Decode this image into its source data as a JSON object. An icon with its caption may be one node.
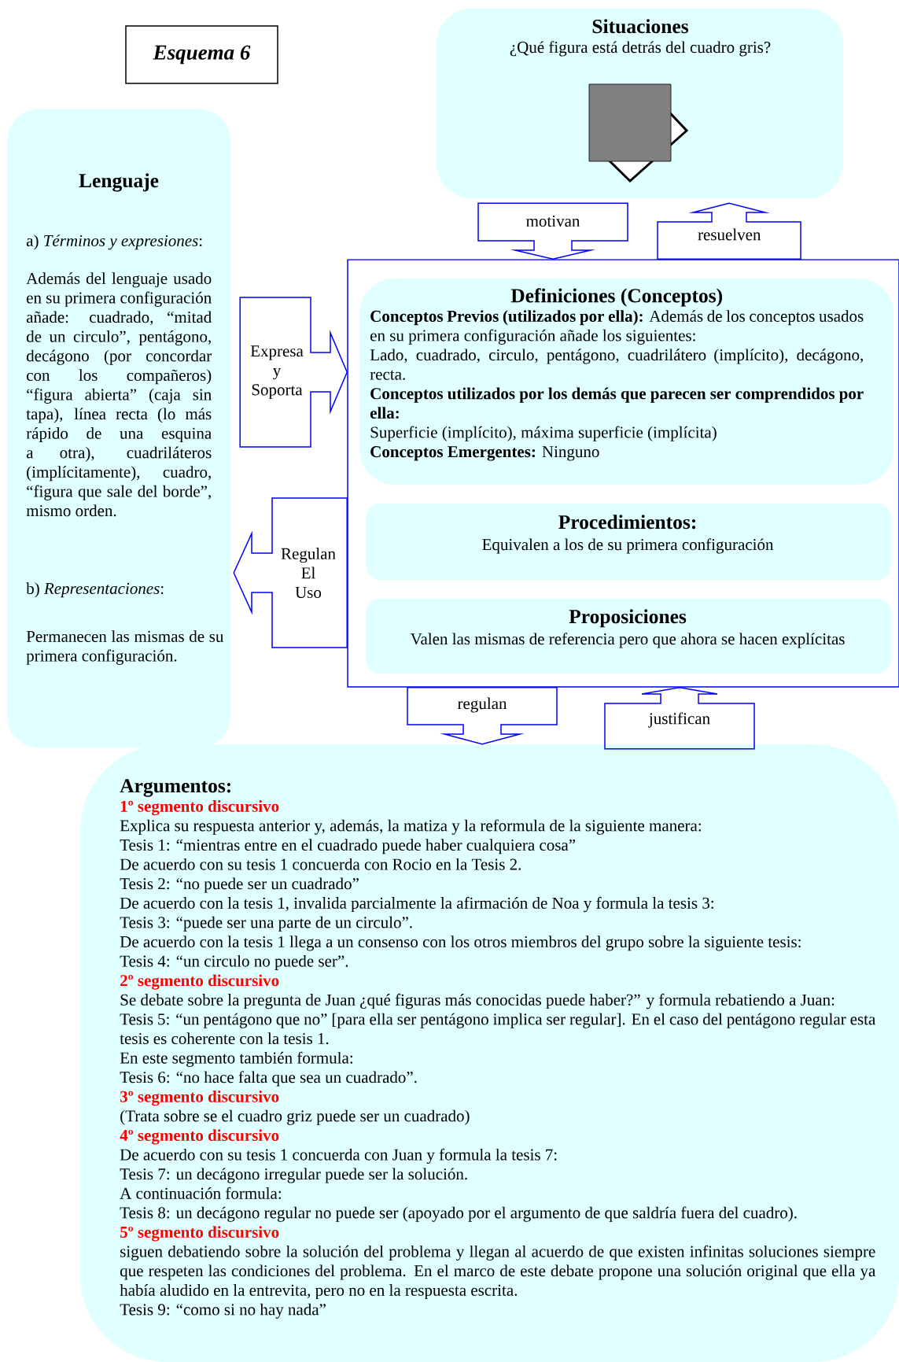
{
  "diagram": {
    "nodes": [
      {
        "text": [
          "Esquema 6"
        ]
      },
      {
        "text": [
          "Situaciones",
          "¿Qué figura está detrás del cuadro gris?"
        ]
      },
      {
        "text": [
          "Lenguaje",
          "a) *Términos y expresiones*:",
          "Además del lenguaje usado en su primera configuración añade: cuadrado, “mitad de un circulo”, pentágono, decágono (por concordar con los compañeros) “figura abierta” (caja sin tapa), línea recta (lo más rápido de una esquina a otra), cuadriláteros (implícitamente), cuadro, “figura que sale del borde”, mismo orden.",
          "b) *Representaciones*:",
          "Permanecen las mismas de su primera configuración."
        ]
      },
      {
        "text": [],
        "shape": "box"
      },
      {
        "text": [
          "Definiciones (Conceptos)",
          "**Conceptos Previos (utilizados por ella):** Además de los conceptos usados en su primera configuración añade los siguientes:",
          "Lado, cuadrado, circulo, pentágono, cuadrilátero (implícito), decágono, recta.",
          "Conceptos utilizados por los demás que parecen ser comprendidos por ella:",
          "Superficie (implícito), máxima superficie (implícita)",
          "**Conceptos Emergentes:** Ninguno"
        ],
        "in": 3
      },
      {
        "text": [
          "Procedimientos:",
          "Equivalen a los de su primera configuración"
        ],
        "in": 3
      },
      {
        "text": [
          "Proposiciones",
          "Valen las mismas de referencia pero que ahora se hacen explícitas"
        ],
        "in": 3
      },
      {
        "text": [
          "Argumentos:",
          "1º segmento discursivo",
          "Explica su respuesta anterior y, además, la matiza y la reformula de la siguiente manera:",
          "Tesis 1: “mientras entre en el cuadrado puede haber cualquiera cosa”",
          "De acuerdo con su tesis 1 concuerda con Rocio en la Tesis 2.",
          "Tesis 2: “no puede ser un cuadrado”",
          "De acuerdo con la tesis 1, invalida parcialmente la afirmación de Noa y formula la tesis 3:",
          "Tesis 3: “puede ser una parte de un circulo”.",
          "De acuerdo con la tesis 1 llega a un consenso con los otros miembros del grupo sobre la siguiente tesis:",
          "Tesis 4: “un circulo no puede ser”.",
          "2º segmento discursivo",
          "Se debate sobre la pregunta de Juan ¿qué figuras más conocidas puede haber?” y formula rebatiendo a Juan:",
          "Tesis 5: “un pentágono que no” [para ella ser pentágono implica ser regular]. En el caso del pentágono regular esta tesis es coherente con la tesis 1.",
          "En este segmento también formula:",
          "Tesis 6: “no hace falta que sea un cuadrado”.",
          "3º segmento discursivo",
          "(Trata sobre se el cuadro griz puede ser un cuadrado)",
          "4º segmento discursivo",
          "De acuerdo con su tesis 1 concuerda con Juan y formula la tesis 7:",
          "Tesis 7: un decágono irregular puede ser la solución.",
          "A continuación formula:",
          "Tesis 8: un decágono regular no puede ser (apoyado por el argumento de que saldría fuera del cuadro).",
          "5º segmento discursivo",
          "siguen debatiendo sobre la solución del problema y llegan al acuerdo de que existen infinitas soluciones siempre que respeten las condiciones del problema. En el marco de este debate propone una solución original que ella ya había aludido en la entrevita, pero no en la respuesta escrita.",
          "Tesis 9: “como si no hay nada”"
        ]
      }
    ],
    "edges": [
      {
        "from": 1,
        "to": 3,
        "arrow": "to",
        "label": "motivan"
      },
      {
        "from": 3,
        "to": 1,
        "arrow": "to",
        "label": "resuelven"
      },
      {
        "from": 2,
        "to": 3,
        "arrow": "to",
        "label": "Expresa y Soporta"
      },
      {
        "from": 3,
        "to": 2,
        "arrow": "to",
        "label": "Regulan El Uso"
      },
      {
        "from": 3,
        "to": 7,
        "arrow": "to",
        "label": "regulan"
      },
      {
        "from": 7,
        "to": 3,
        "arrow": "to",
        "label": "justifican"
      }
    ]
  }
}
